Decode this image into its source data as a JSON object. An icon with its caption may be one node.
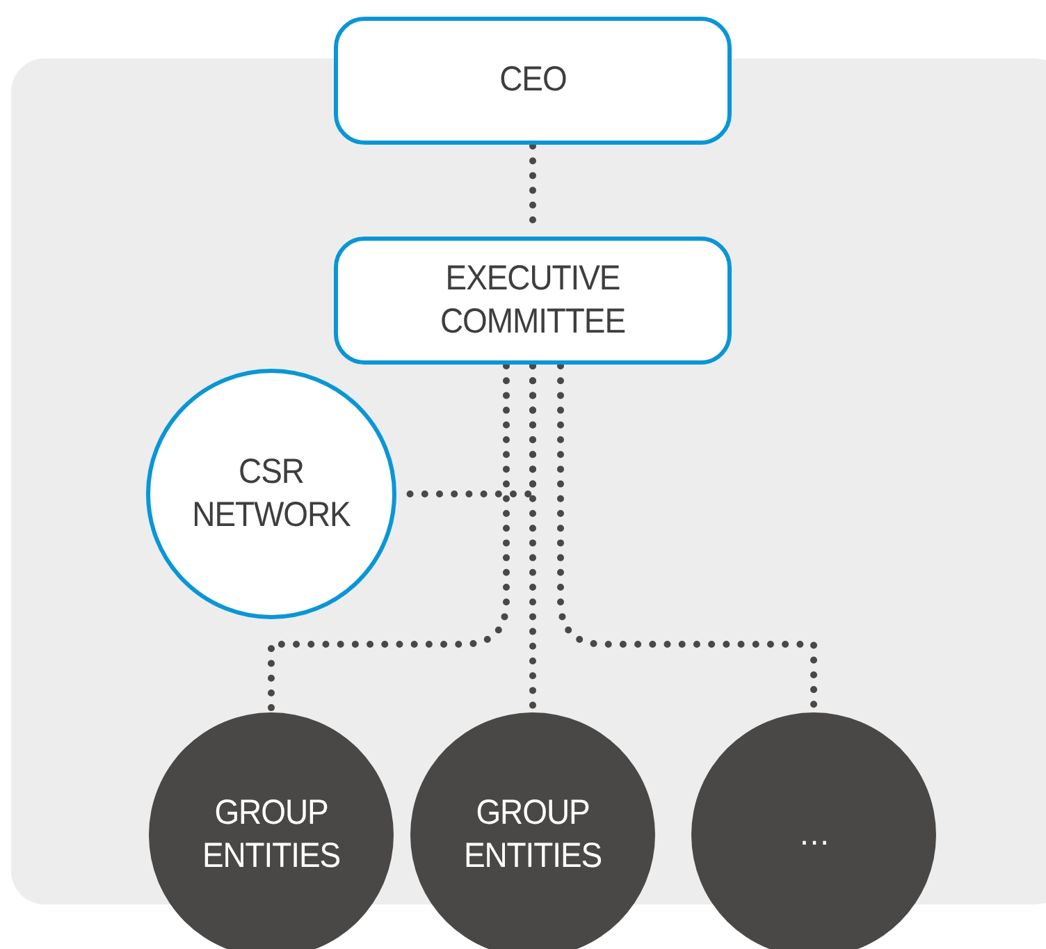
{
  "diagram": {
    "nodes": [
      {
        "text": [
          "CEO"
        ]
      },
      {
        "text": [
          "EXECUTIVE COMMITTEE"
        ]
      },
      {
        "text": [
          "CSR NETWORK"
        ]
      },
      {
        "text": [
          "GROUP ENTITIES"
        ]
      },
      {
        "text": [
          "GROUP ENTITIES"
        ]
      },
      {
        "text": [
          "…"
        ]
      }
    ],
    "edges": [
      {
        "from": 0,
        "to": 1,
        "arrow": "none",
        "style": "dashed"
      },
      {
        "from": 1,
        "to": 2,
        "arrow": "none",
        "style": "dashed"
      },
      {
        "from": 1,
        "to": 3,
        "arrow": "none",
        "style": "dashed"
      },
      {
        "from": 1,
        "to": 4,
        "arrow": "none",
        "style": "dashed"
      },
      {
        "from": 1,
        "to": 5,
        "arrow": "none",
        "style": "dashed"
      }
    ]
  }
}
